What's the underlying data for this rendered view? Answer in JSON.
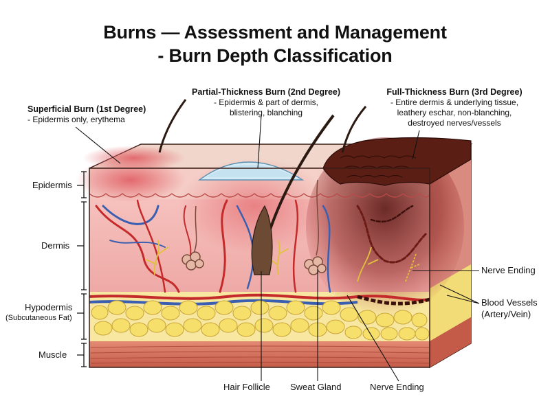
{
  "title": {
    "line1": "Burns — Assessment and Management",
    "line2": "- Burn Depth Classification"
  },
  "callouts": {
    "superficial": {
      "heading": "Superficial Burn (1st Degree)",
      "lines": [
        "- Epidermis only, erythema"
      ]
    },
    "partial": {
      "heading": "Partial-Thickness Burn (2nd Degree)",
      "lines": [
        "- Epidermis & part of dermis,",
        "blistering, blanching"
      ]
    },
    "full": {
      "heading": "Full-Thickness Burn (3rd Degree)",
      "lines": [
        "- Entire dermis & underlying tissue,",
        "leathery eschar, non-blanching,",
        "destroyed nerves/vessels"
      ]
    }
  },
  "layer_labels": {
    "epidermis": "Epidermis",
    "dermis": "Dermis",
    "hypodermis": "Hypodermis",
    "hypodermis_sub": "(Subcutaneous Fat)",
    "muscle": "Muscle"
  },
  "structure_labels": {
    "nerve_ending_right": "Nerve Ending",
    "blood_vessels": "Blood Vessels",
    "blood_vessels_sub": "(Artery/Vein)",
    "hair_follicle": "Hair Follicle",
    "sweat_gland": "Sweat Gland",
    "nerve_ending_bottom": "Nerve Ending"
  },
  "colors": {
    "erythema": "#e8868a",
    "epidermis": "#f3c9c1",
    "dermis": "#f0b3b0",
    "fat": "#f6e27a",
    "muscle": "#d9735f",
    "artery": "#c42a2a",
    "vein": "#3a5fb0",
    "blister": "#cfe6f2",
    "eschar": "#5a1e14",
    "nerve": "#e2c13a"
  }
}
